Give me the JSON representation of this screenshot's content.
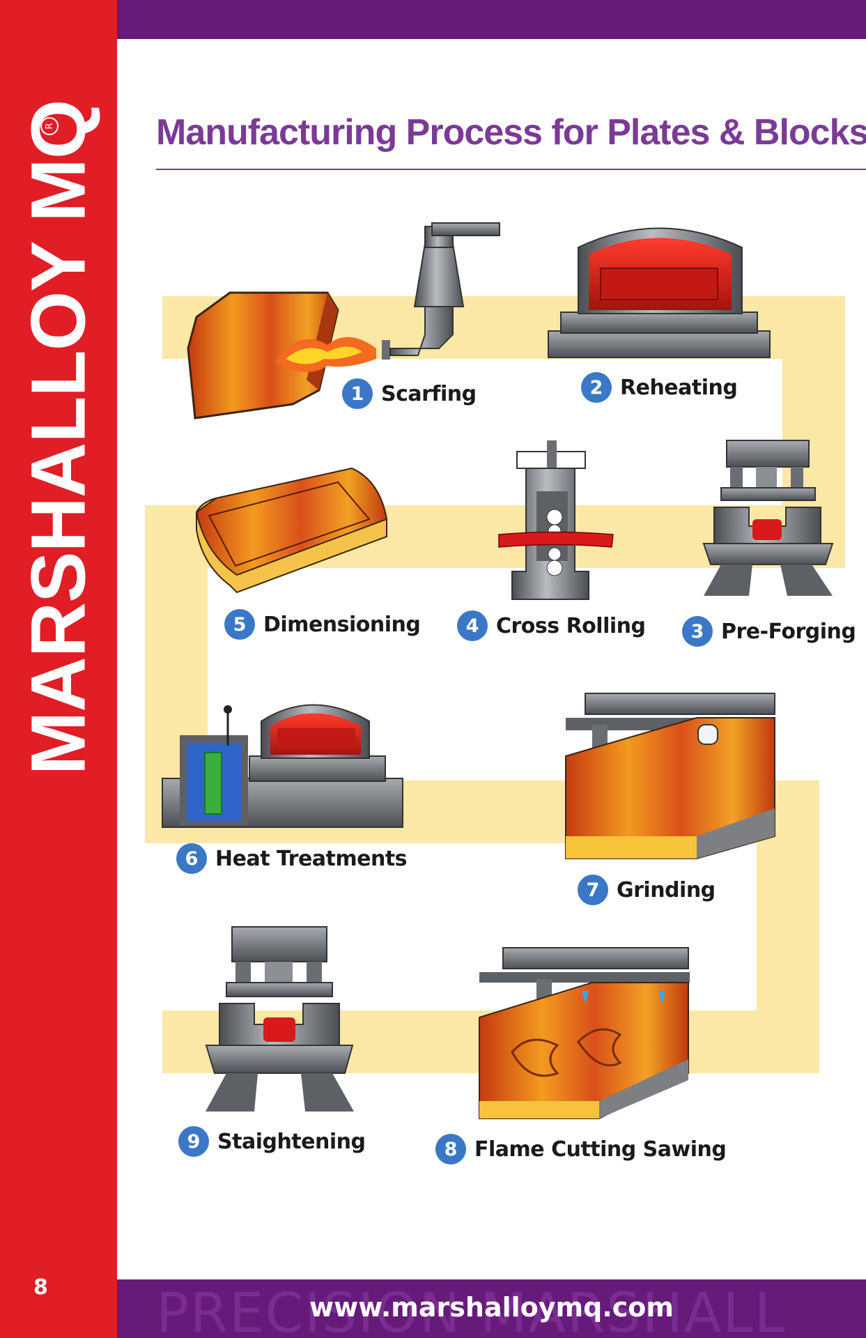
{
  "brand": {
    "name": "MARSHALLOY MQ",
    "registered_mark": "R"
  },
  "page": {
    "number": "8"
  },
  "title": "Manufacturing Process for Plates & Blocks",
  "footer": {
    "url": "www.marshalloymq.com",
    "watermark": "PRECISION MARSHALL"
  },
  "steps": [
    {
      "num": "1",
      "label": "Scarfing"
    },
    {
      "num": "2",
      "label": "Reheating"
    },
    {
      "num": "3",
      "label": "Pre-Forging"
    },
    {
      "num": "4",
      "label": "Cross Rolling"
    },
    {
      "num": "5",
      "label": "Dimensioning"
    },
    {
      "num": "6",
      "label": "Heat Treatments"
    },
    {
      "num": "7",
      "label": "Grinding"
    },
    {
      "num": "8",
      "label": "Flame Cutting Sawing"
    },
    {
      "num": "9",
      "label": "Staightening"
    }
  ],
  "colors": {
    "sidebar": "#e11d25",
    "purple_bar": "#661b7b",
    "title": "#7b3a96",
    "badge": "#3a78c7",
    "path": "#fbe7a6"
  }
}
